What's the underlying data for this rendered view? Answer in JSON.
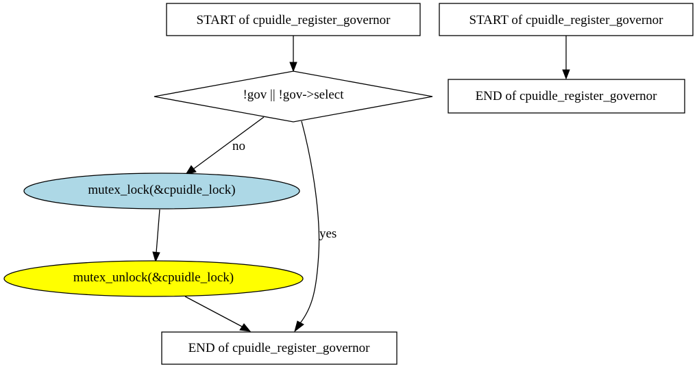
{
  "colors": {
    "lock_fill": "#add8e6",
    "unlock_fill": "#ffff00",
    "stroke": "#000000",
    "background": "#ffffff"
  },
  "graph_left": {
    "start_label": "START of cpuidle_register_governor",
    "condition_label": "!gov || !gov->select",
    "lock_label": "mutex_lock(&cpuidle_lock)",
    "unlock_label": "mutex_unlock(&cpuidle_lock)",
    "end_label": "END of cpuidle_register_governor",
    "edge_no_label": "no",
    "edge_yes_label": "yes"
  },
  "graph_right": {
    "start_label": "START of cpuidle_register_governor",
    "end_label": "END of cpuidle_register_governor"
  }
}
